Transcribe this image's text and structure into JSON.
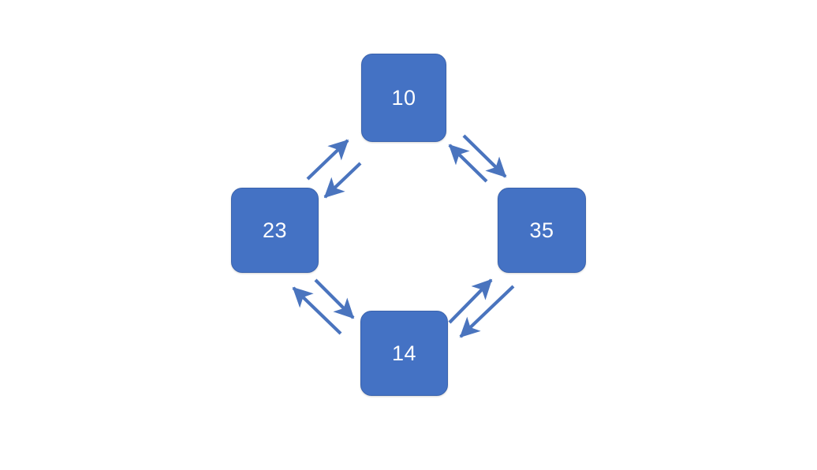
{
  "diagram": {
    "title": "",
    "background_color": "#FFFFFF",
    "node_fill_color": "#4472C4",
    "node_border_color": "#3A63AE",
    "node_text_color": "#FFFFFF",
    "edge_color": "#4A74BE",
    "layout": "diamond",
    "nodes": [
      {
        "id": "top",
        "label": "10",
        "position": "top"
      },
      {
        "id": "left",
        "label": "23",
        "position": "left"
      },
      {
        "id": "right",
        "label": "35",
        "position": "right"
      },
      {
        "id": "bottom",
        "label": "14",
        "position": "bottom"
      }
    ],
    "edges": [
      {
        "from": "23",
        "to": "10",
        "direction": "one-way",
        "pair": "left-top"
      },
      {
        "from": "10",
        "to": "23",
        "direction": "one-way",
        "pair": "left-top"
      },
      {
        "from": "35",
        "to": "10",
        "direction": "one-way",
        "pair": "top-right"
      },
      {
        "from": "10",
        "to": "35",
        "direction": "one-way",
        "pair": "top-right"
      },
      {
        "from": "23",
        "to": "14",
        "direction": "one-way",
        "pair": "left-bottom"
      },
      {
        "from": "14",
        "to": "23",
        "direction": "one-way",
        "pair": "left-bottom"
      },
      {
        "from": "14",
        "to": "35",
        "direction": "one-way",
        "pair": "bottom-right"
      },
      {
        "from": "35",
        "to": "14",
        "direction": "one-way",
        "pair": "bottom-right"
      }
    ]
  }
}
